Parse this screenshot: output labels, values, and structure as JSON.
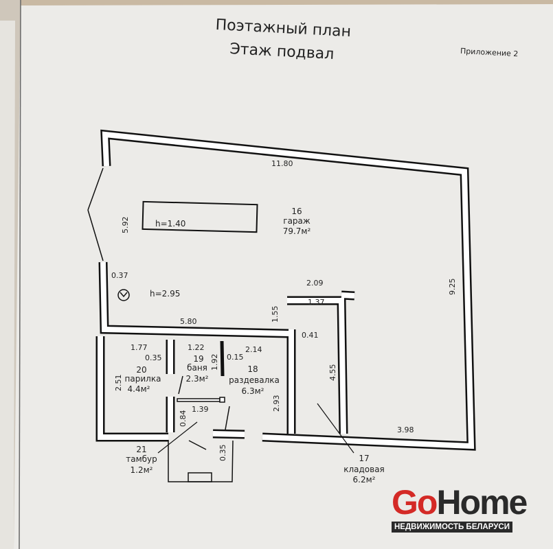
{
  "title_line1": "Поэтажный план",
  "title_line2": "Этаж подвал",
  "appendix": "Приложение 2",
  "dimensions": {
    "top": "11.80",
    "left_upper": "5.92",
    "right": "9.25",
    "wall": "0.37",
    "mid": "5.80",
    "storage_top": "2.09",
    "storage_inner": "1.37",
    "d155": "1.55",
    "d041": "0.41",
    "d455": "4.55",
    "d398": "3.98",
    "d177": "1.77",
    "d035a": "0.35",
    "d122": "1.22",
    "d192": "1.92",
    "d015": "0.15",
    "d214": "2.14",
    "d251": "2.51",
    "d293": "2.93",
    "d139": "1.39",
    "d084": "0.84",
    "d035b": "0.35"
  },
  "heights": {
    "pit": "h=1.40",
    "garage": "h=2.95"
  },
  "rooms": [
    {
      "num": "16",
      "name": "гараж",
      "area": "79.7м²"
    },
    {
      "num": "17",
      "name": "кладовая",
      "area": "6.2м²"
    },
    {
      "num": "18",
      "name": "раздевалка",
      "area": "6.3м²"
    },
    {
      "num": "19",
      "name": "баня",
      "area": "2.3м²"
    },
    {
      "num": "20",
      "name": "парилка",
      "area": "4.4м²"
    },
    {
      "num": "21",
      "name": "тамбур",
      "area": "1.2м²"
    }
  ],
  "logo": {
    "part1": "Go",
    "part2": "Home",
    "subtitle": "НЕДВИЖИМОСТЬ БЕЛАРУСИ"
  }
}
